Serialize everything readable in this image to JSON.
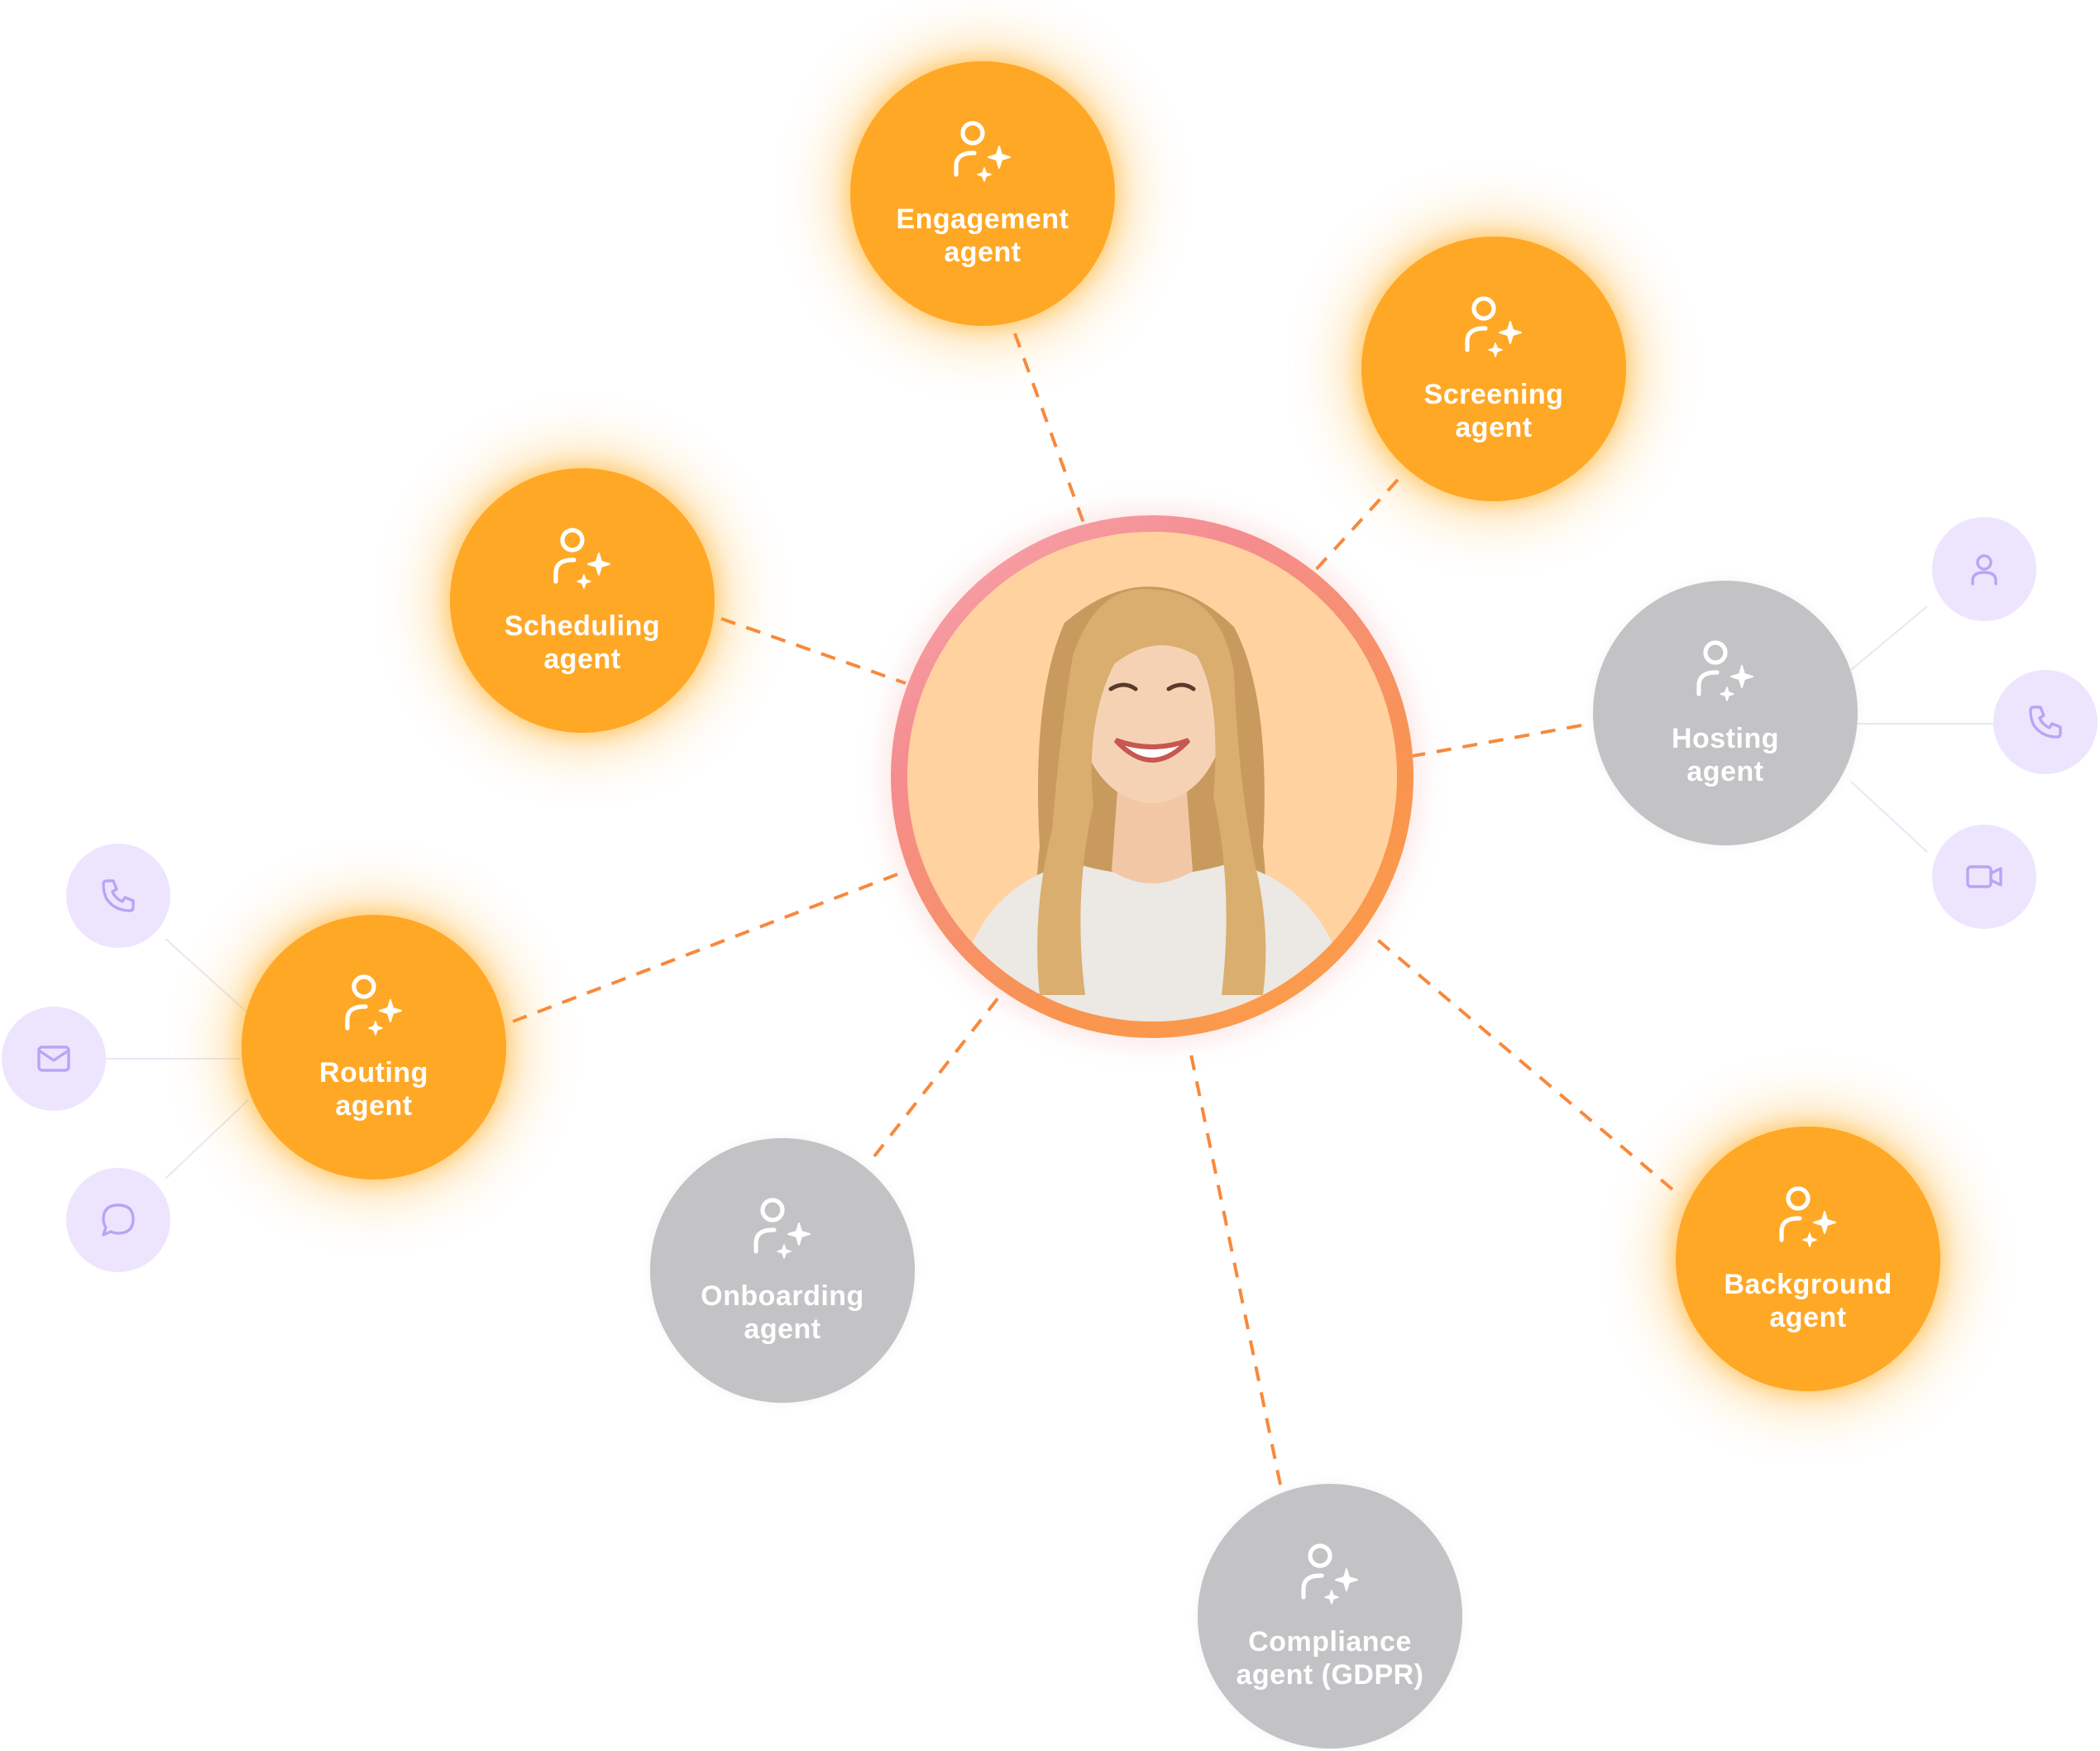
{
  "colors": {
    "active": "#FFA826",
    "inactive": "#C3C2C5",
    "connector": "#F7893C",
    "channel_bg": "#EDE5FE",
    "channel_icon": "#B9A4F5"
  },
  "center": {
    "icon": "person-photo"
  },
  "agents": [
    {
      "id": "engagement",
      "label": "Engagement\nagent",
      "state": "active"
    },
    {
      "id": "screening",
      "label": "Screening\nagent",
      "state": "active"
    },
    {
      "id": "scheduling",
      "label": "Scheduling\nagent",
      "state": "active"
    },
    {
      "id": "hosting",
      "label": "Hosting\nagent",
      "state": "inactive"
    },
    {
      "id": "routing",
      "label": "Routing\nagent",
      "state": "active"
    },
    {
      "id": "onboarding",
      "label": "Onboarding\nagent",
      "state": "inactive"
    },
    {
      "id": "background",
      "label": "Background\nagent",
      "state": "active"
    },
    {
      "id": "compliance",
      "label": "Compliance\nagent (GDPR)",
      "state": "inactive"
    }
  ],
  "channels": {
    "hosting": [
      "user-icon",
      "phone-icon",
      "video-icon"
    ],
    "routing": [
      "phone-icon",
      "mail-icon",
      "chat-icon"
    ]
  }
}
